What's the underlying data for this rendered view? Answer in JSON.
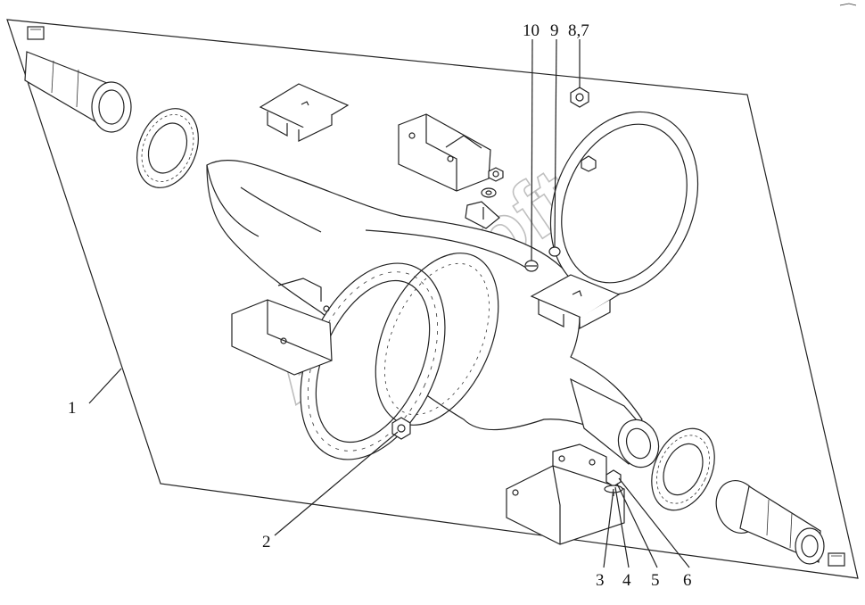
{
  "watermark": "AutoSoft",
  "callouts": [
    {
      "id": "c1",
      "text": "1"
    },
    {
      "id": "c2",
      "text": "2"
    },
    {
      "id": "c3",
      "text": "3"
    },
    {
      "id": "c4",
      "text": "4"
    },
    {
      "id": "c5",
      "text": "5"
    },
    {
      "id": "c6",
      "text": "6"
    },
    {
      "id": "c87",
      "text": "8,7"
    },
    {
      "id": "c9",
      "text": "9"
    },
    {
      "id": "c10",
      "text": "10"
    }
  ]
}
